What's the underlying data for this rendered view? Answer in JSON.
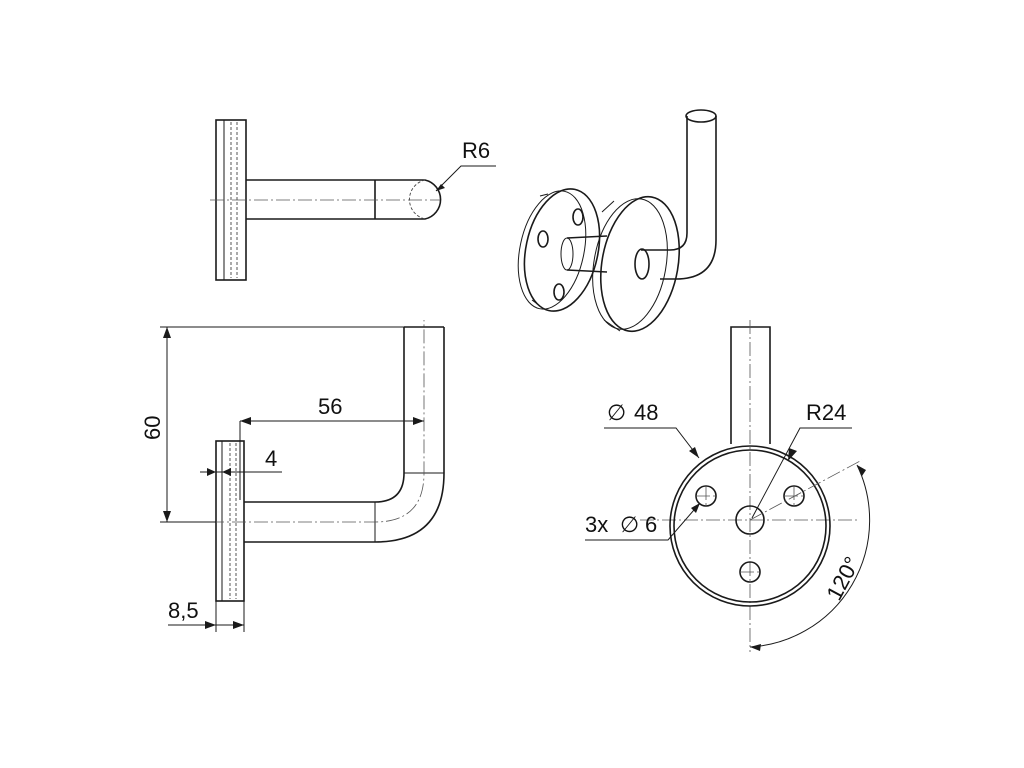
{
  "labels": {
    "top_radius": "R6",
    "height": "60",
    "arm_length": "56",
    "plate_offset": "4",
    "plate_thickness": "8,5",
    "plate_diameter_value": "48",
    "hole_radius": "R24",
    "holes_count": "3x",
    "hole_diameter_value": "6",
    "angle": "120°"
  },
  "symbols": {
    "diameter": "∅"
  },
  "colors": {
    "line": "#1a1a1a",
    "background": "#ffffff"
  }
}
